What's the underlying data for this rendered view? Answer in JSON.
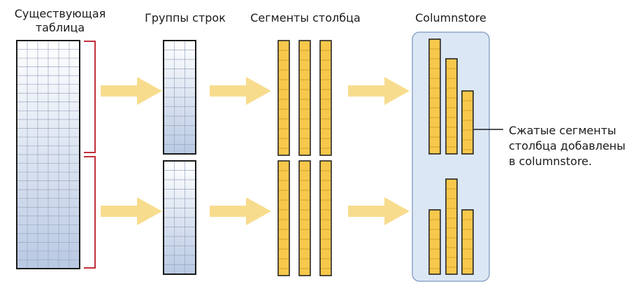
{
  "labels": {
    "existing_table": [
      "Существующая",
      "таблица"
    ],
    "row_groups": "Группы строк",
    "column_segments": "Сегменты столбца",
    "columnstore": "Columnstore"
  },
  "annotation": [
    "Сжатые сегменты",
    "столбца добавлены",
    "в columnstore."
  ],
  "colors": {
    "table_fill_top": "#ffffff",
    "table_fill_bottom": "#b9c9e3",
    "grid_line": "#9aa8c0",
    "segment_fill": "#f7c84c",
    "segment_stroke": "#1a1a1a",
    "arrow": "#f8dc8e",
    "bracket": "#c0313a",
    "columnstore_bg": "#dce7f5",
    "columnstore_border": "#8fa6c8"
  },
  "icons": {
    "flow_arrow": "right-arrow-icon"
  }
}
